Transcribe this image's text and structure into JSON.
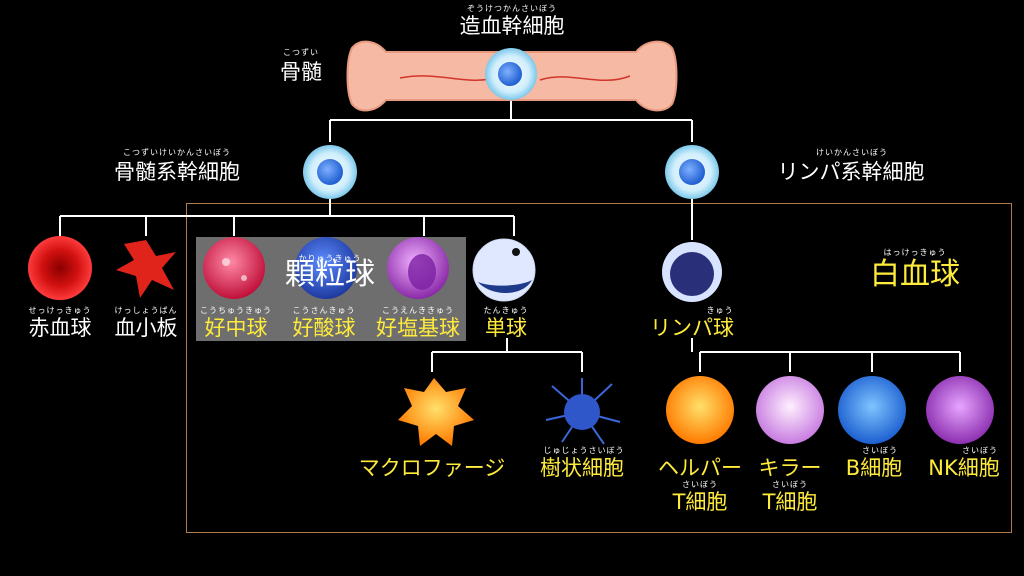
{
  "stem": {
    "title": "造血幹細胞",
    "ruby": "ぞうけつかんさいぼう"
  },
  "marrow": {
    "title": "骨髄",
    "ruby": "こつずい"
  },
  "myeloid_stem": {
    "title": "骨髄系幹細胞",
    "ruby": "こつずいけいかんさいぼう"
  },
  "lymphoid_stem": {
    "title": "リンパ系幹細胞",
    "ruby": "けいかんさいぼう"
  },
  "white_blood_cell": {
    "title": "白血球",
    "ruby": "はっけっきゅう"
  },
  "granulocyte": {
    "title": "顆粒球",
    "ruby": "かりゅうきゅう"
  },
  "cells": {
    "rbc": {
      "label": "赤血球",
      "ruby": "せっけっきゅう"
    },
    "platelet": {
      "label": "血小板",
      "ruby": "けっしょうばん"
    },
    "neutrophil": {
      "label": "好中球",
      "ruby": "こうちゅうきゅう"
    },
    "eosinophil": {
      "label": "好酸球",
      "ruby": "こうさんきゅう"
    },
    "basophil": {
      "label": "好塩基球",
      "ruby": "こうえんききゅう"
    },
    "monocyte": {
      "label": "単球",
      "ruby": "たんきゅう"
    },
    "lymphocyte": {
      "label": "リンパ球",
      "ruby": "きゅう"
    },
    "macrophage": {
      "label": "マクロファージ"
    },
    "dendritic": {
      "label": "樹状細胞",
      "ruby": "じゅじょうさいぼう"
    },
    "helper_t": {
      "label1": "ヘルパー",
      "label2": "T細胞",
      "ruby": "さいぼう"
    },
    "killer_t": {
      "label1": "キラー",
      "label2": "T細胞",
      "ruby": "さいぼう"
    },
    "b_cell": {
      "label": "B細胞",
      "ruby": "さいぼう"
    },
    "nk_cell": {
      "label": "NK細胞",
      "ruby": "さいぼう"
    }
  },
  "colors": {
    "label_white": "#ffffff",
    "label_yellow": "#ffeb3b",
    "frame": "#b07a4a",
    "granulocyte_box": "#6e6e6e",
    "lines": "#ffffff"
  }
}
